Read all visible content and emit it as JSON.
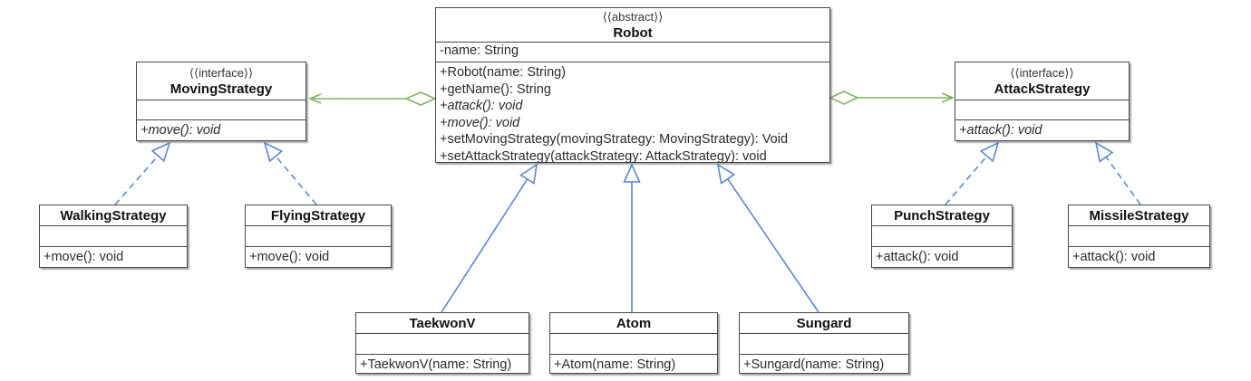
{
  "colors": {
    "aggregation_green": "#82b366",
    "inheritance_blue": "#5b87cf",
    "box_border": "#474747",
    "background": "#ffffff"
  },
  "classes": {
    "robot": {
      "stereotype": "⟨⟨abstract⟩⟩",
      "name": "Robot",
      "attributes": [
        "-name: String"
      ],
      "methods": [
        "+Robot(name: String)",
        "+getName(): String",
        "+attack(): void",
        "+move(): void",
        "+setMovingStrategy(movingStrategy: MovingStrategy): Void",
        "+setAttackStrategy(attackStrategy: AttackStrategy): void"
      ]
    },
    "moving_strategy": {
      "stereotype": "⟨⟨interface⟩⟩",
      "name": "MovingStrategy",
      "attributes": [],
      "methods": [
        "+move(): void"
      ]
    },
    "attack_strategy": {
      "stereotype": "⟨⟨interface⟩⟩",
      "name": "AttackStrategy",
      "attributes": [],
      "methods": [
        "+attack(): void"
      ]
    },
    "walking_strategy": {
      "name": "WalkingStrategy",
      "attributes": [],
      "methods": [
        "+move(): void"
      ]
    },
    "flying_strategy": {
      "name": "FlyingStrategy",
      "attributes": [],
      "methods": [
        "+move(): void"
      ]
    },
    "punch_strategy": {
      "name": "PunchStrategy",
      "attributes": [],
      "methods": [
        "+attack(): void"
      ]
    },
    "missile_strategy": {
      "name": "MissileStrategy",
      "attributes": [],
      "methods": [
        "+attack(): void"
      ]
    },
    "taekwonv": {
      "name": "TaekwonV",
      "attributes": [],
      "methods": [
        "+TaekwonV(name: String)"
      ]
    },
    "atom": {
      "name": "Atom",
      "attributes": [],
      "methods": [
        "+Atom(name: String)"
      ]
    },
    "sungard": {
      "name": "Sungard",
      "attributes": [],
      "methods": [
        "+Sungard(name: String)"
      ]
    }
  },
  "relationships": [
    {
      "type": "aggregation",
      "from": "Robot",
      "to": "MovingStrategy"
    },
    {
      "type": "aggregation",
      "from": "Robot",
      "to": "AttackStrategy"
    },
    {
      "type": "realization",
      "from": "WalkingStrategy",
      "to": "MovingStrategy"
    },
    {
      "type": "realization",
      "from": "FlyingStrategy",
      "to": "MovingStrategy"
    },
    {
      "type": "realization",
      "from": "PunchStrategy",
      "to": "AttackStrategy"
    },
    {
      "type": "realization",
      "from": "MissileStrategy",
      "to": "AttackStrategy"
    },
    {
      "type": "generalization",
      "from": "TaekwonV",
      "to": "Robot"
    },
    {
      "type": "generalization",
      "from": "Atom",
      "to": "Robot"
    },
    {
      "type": "generalization",
      "from": "Sungard",
      "to": "Robot"
    }
  ]
}
